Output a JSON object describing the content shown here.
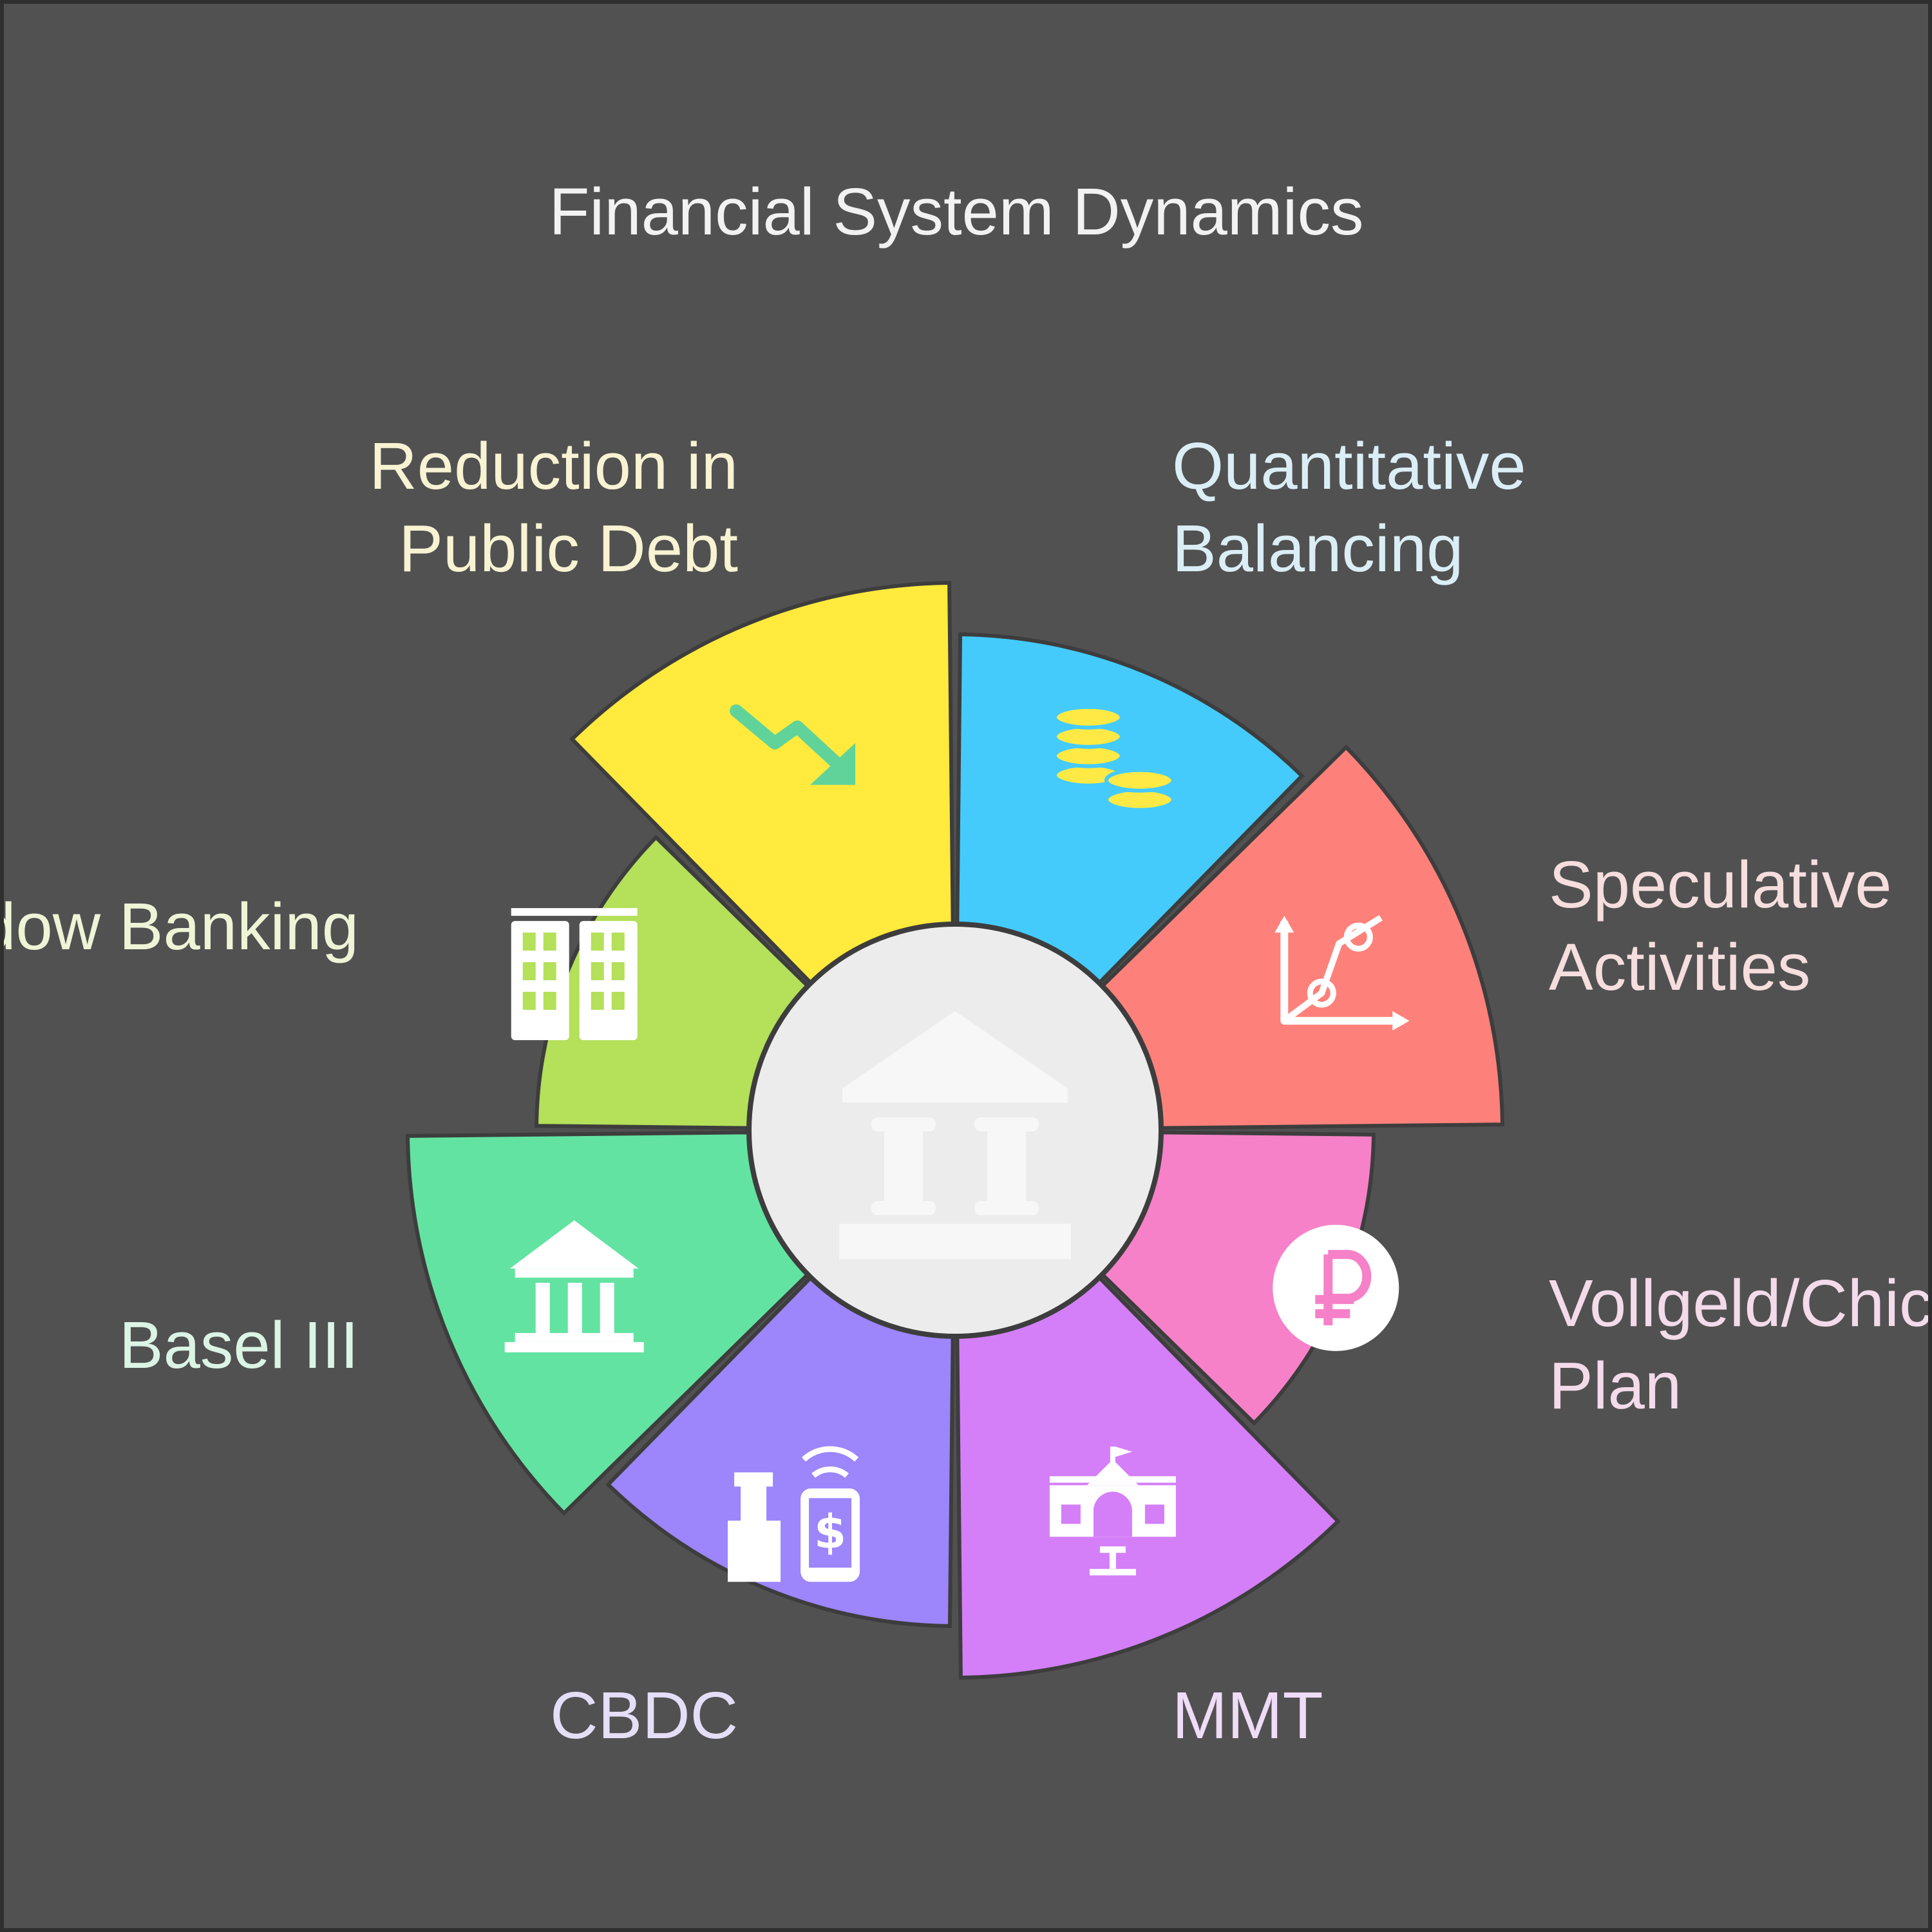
{
  "title": "Financial System Dynamics",
  "colors": {
    "background": "#515151",
    "outline": "#3d3d3d",
    "center_fill": "#ececec",
    "center_icon": "#f7f7f7"
  },
  "center": {
    "icon": "bank-building-icon"
  },
  "segments": [
    {
      "label": "Quantitative Balancing",
      "lines": [
        "Quantitative",
        "Balancing"
      ],
      "color": "#44cbfb",
      "label_color": "#dbeef6",
      "icon": "coin-stacks-icon",
      "icon_color": "#ffe944"
    },
    {
      "label": "Speculative Activities",
      "lines": [
        "Speculative",
        "Activities"
      ],
      "color": "#fd817a",
      "label_color": "#f6dede",
      "icon": "line-graph-icon",
      "icon_color": "#ffffff"
    },
    {
      "label": "Vollgeld/Chicago Plan",
      "lines": [
        "Vollgeld/Chicago",
        "Plan"
      ],
      "color": "#f681c8",
      "label_color": "#f4dbea",
      "icon": "ruble-coin-icon",
      "icon_color": "#ffffff"
    },
    {
      "label": "MMT",
      "lines": [
        "MMT"
      ],
      "color": "#d47ff8",
      "label_color": "#efdcf7",
      "icon": "government-building-icon",
      "icon_color": "#ffffff"
    },
    {
      "label": "CBDC",
      "lines": [
        "CBDC"
      ],
      "color": "#9d85fb",
      "label_color": "#e4def7",
      "icon": "mobile-payment-icon",
      "icon_color": "#ffffff"
    },
    {
      "label": "Basel III",
      "lines": [
        "Basel III"
      ],
      "color": "#63e3a2",
      "label_color": "#dbf4e6",
      "icon": "bank-icon",
      "icon_color": "#ffffff"
    },
    {
      "label": "Shadow Banking",
      "lines": [
        "Shadow Banking"
      ],
      "color": "#b4e05a",
      "label_color": "#eef4d6",
      "icon": "office-buildings-icon",
      "icon_color": "#ffffff"
    },
    {
      "label": "Reduction in Public Debt",
      "lines": [
        "Reduction in",
        "Public Debt"
      ],
      "color": "#ffea3d",
      "label_color": "#f7f3d3",
      "icon": "trend-down-icon",
      "icon_color": "#5fd39a"
    }
  ]
}
